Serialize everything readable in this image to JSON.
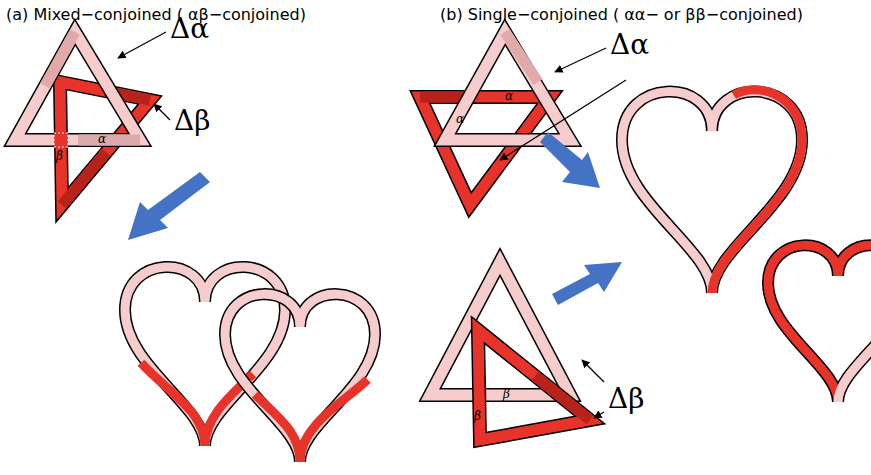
{
  "diagram": {
    "labels": [
      "(a) Mixed−conjoined ( αβ−conjoined)",
      "(b) Single−conjoined ( αα− or ββ−conjoined)",
      "Δα",
      "Δβ",
      "α",
      "β",
      "Δα",
      "α",
      "α",
      "Δβ",
      "β",
      "β"
    ]
  }
}
